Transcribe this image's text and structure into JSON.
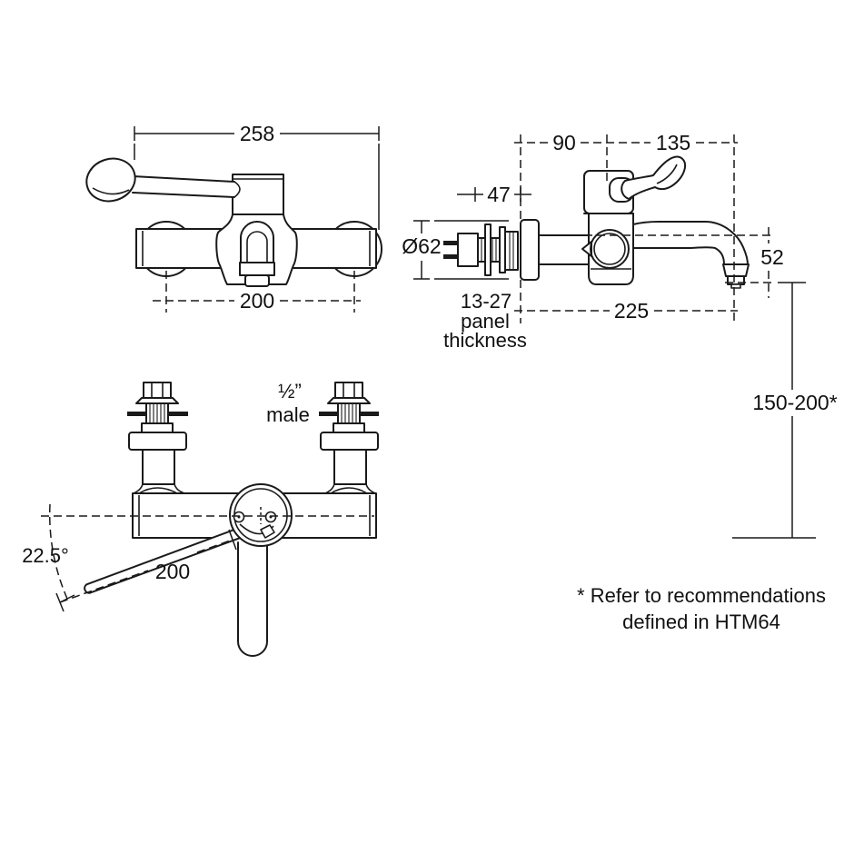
{
  "labels": {
    "front_width": "258",
    "front_fixing_centres": "200",
    "side_body_offset": "90",
    "side_lever_reach": "135",
    "side_tail_length": "47",
    "side_flange_diameter": "Ø62",
    "side_spout_drop": "52",
    "panel_line1": "13-27",
    "panel_line2": "panel",
    "panel_line3": "thickness",
    "side_spout_reach": "225",
    "side_mounting_height": "150-200*",
    "thread_size": "½”",
    "thread_gender": "male",
    "lever_swing_angle": "22.5°",
    "lever_length": "200",
    "note_line1": "* Refer to recommendations",
    "note_line2": "defined in HTM64"
  },
  "colors": {
    "line": "#1a1a1a",
    "background": "#ffffff"
  }
}
